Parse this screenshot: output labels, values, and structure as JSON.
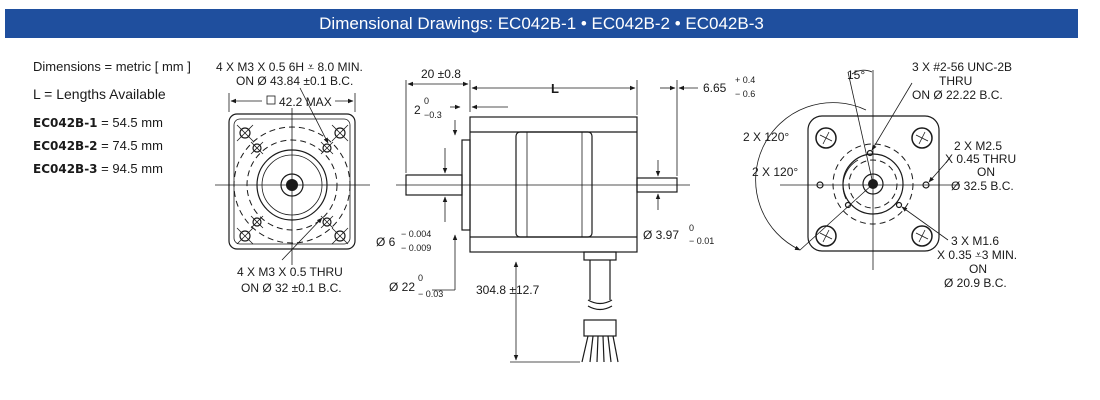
{
  "header": {
    "title": "Dimensional Drawings:  EC042B-1  •  EC042B-2  •  EC042B-3"
  },
  "legend": {
    "note": "Dimensions = metric [ mm ]",
    "lengths_title": "L = Lengths Available",
    "models": [
      {
        "name": "EC042B-1",
        "value": "= 54.5 mm"
      },
      {
        "name": "EC042B-2",
        "value": "= 74.5 mm"
      },
      {
        "name": "EC042B-3",
        "value": "= 94.5 mm"
      }
    ]
  },
  "front_view": {
    "top_note_1": "4 X M3 X 0.5 6H ⩡ 8.0 MIN.",
    "top_note_2": "ON Ø 43.84 ±0.1 B.C.",
    "width_dim": "42.2 MAX",
    "bottom_note_1": "4 X M3 X 0.5 THRU",
    "bottom_note_2": "ON Ø 32 ±0.1 B.C."
  },
  "side_view": {
    "shaft_length": "20 ±0.8",
    "body_length": "L",
    "pilot_depth_base": "2",
    "pilot_depth_upper": "0",
    "pilot_depth_lower": "−0.3",
    "shaft_dia_base": "Ø 6",
    "shaft_dia_upper": "− 0.004",
    "shaft_dia_lower": "− 0.009",
    "pilot_dia_base": "Ø 22",
    "pilot_dia_upper": "0",
    "pilot_dia_lower": "− 0.03",
    "lead_length": "304.8 ±12.7",
    "rear_shaft_length_base": "6.65",
    "rear_shaft_length_upper": "+ 0.4",
    "rear_shaft_length_lower": "− 0.6",
    "rear_shaft_dia_base": "Ø 3.97",
    "rear_shaft_dia_upper": "0",
    "rear_shaft_dia_lower": "− 0.01"
  },
  "rear_view": {
    "angle_top": "15°",
    "thread_note_1": "3 X #2-56 UNC-2B",
    "thread_note_2": "THRU",
    "thread_note_3": "ON Ø 22.22 B.C.",
    "angle_1": "2 X 120°",
    "angle_2": "2 X 120°",
    "m25_note_1": "2 X M2.5",
    "m25_note_2": "X 0.45 THRU",
    "m25_note_3": "ON",
    "m25_note_4": "Ø 32.5 B.C.",
    "m16_note_1": "3 X M1.6",
    "m16_note_2": "X 0.35 ⩡3 MIN.",
    "m16_note_3": "ON",
    "m16_note_4": "Ø 20.9 B.C."
  }
}
